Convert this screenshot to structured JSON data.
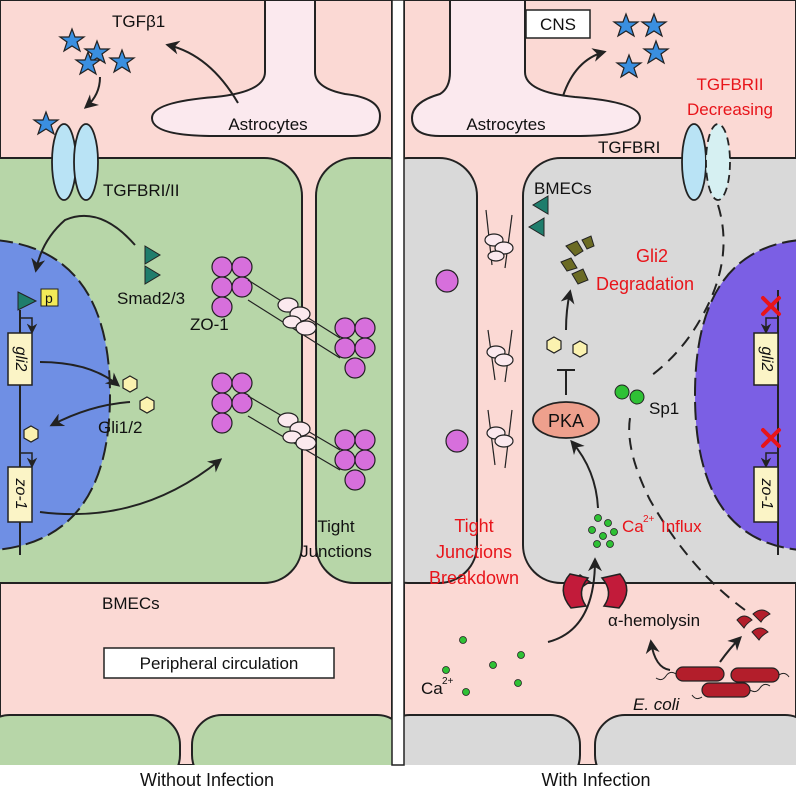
{
  "left_panel": {
    "caption": "Without Infection",
    "tgfb1_label": "TGFβ1",
    "astrocytes_label": "Astrocytes",
    "receptor_label": "TGFBRI/II",
    "smad_label": "Smad2/3",
    "p_label": "p",
    "gli2_gene": "gli2",
    "zo1_gene": "zo-1",
    "gli12_label": "Gli1/2",
    "zo1_protein_label": "ZO-1",
    "tight_junctions_line1": "Tight",
    "tight_junctions_line2": "Junctions",
    "bmecs_label": "BMECs",
    "circulation_label": "Peripheral circulation"
  },
  "right_panel": {
    "caption": "With Infection",
    "cns_label": "CNS",
    "astrocytes_label": "Astrocytes",
    "tgfbrii_label": "TGFBRII",
    "decreasing_label": "Decreasing",
    "tgfbri_label": "TGFBRI",
    "bmecs_label": "BMECs",
    "gli2_degradation_line1": "Gli2",
    "gli2_degradation_line2": "Degradation",
    "pka_label": "PKA",
    "sp1_label": "Sp1",
    "gli2_gene": "gli2",
    "zo1_gene": "zo-1",
    "ca_influx_label": "Influx",
    "ca_symbol": "Ca",
    "ca_superscript": "2+",
    "tj_breakdown_line1": "Tight",
    "tj_breakdown_line2": "Junctions",
    "tj_breakdown_line3": "Breakdown",
    "hemolysin_label": "α-hemolysin",
    "ecoli_label": "E. coli"
  },
  "colors": {
    "background_pink": "#fbd9d4",
    "bmec_green": "#b7d6a8",
    "bmec_gray": "#d9d9d9",
    "nucleus_blue": "#6f8fe4",
    "nucleus_purple": "#7b5fe4",
    "star_blue": "#3a8fe0",
    "zo1_magenta": "#d76fdc",
    "gli_yellow": "#fbf2b0",
    "smad_teal": "#1f7d6c",
    "highlight_red": "#e8141a",
    "bacteria_red": "#b31e2b",
    "pka_salmon": "#eea08d",
    "calcium_green": "#2fc135"
  }
}
